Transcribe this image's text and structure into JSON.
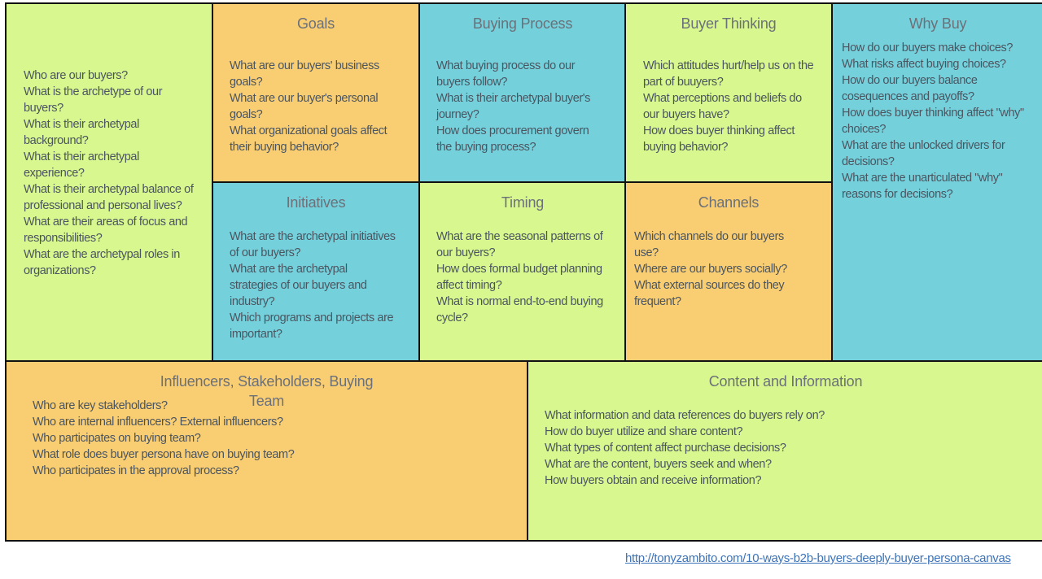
{
  "canvas": {
    "buyers": {
      "title": "",
      "items": [
        "Who are our buyers?",
        "What is the archetype of our buyers?",
        "What is their archetypal background?",
        "What is their archetypal experience?",
        "What is their archetypal balance of professional and personal lives?",
        "What are their areas of focus and responsibilities?",
        "What are the archetypal roles in organizations?"
      ]
    },
    "goals": {
      "title": "Goals",
      "items": [
        "What are our buyers' business goals?",
        "What are our buyer's personal goals?",
        "What organizational goals affect their buying behavior?"
      ]
    },
    "buying_process": {
      "title": "Buying Process",
      "items": [
        "What buying process do our buyers follow?",
        "What is their archetypal buyer's journey?",
        "How does procurement govern the buying process?"
      ]
    },
    "buyer_thinking": {
      "title": "Buyer Thinking",
      "items": [
        "Which attitudes hurt/help us on the part of buuyers?",
        "What perceptions and beliefs do our buyers have?",
        "How does buyer thinking affect buying behavior?"
      ]
    },
    "why_buy": {
      "title": "Why Buy",
      "items": [
        "How do our buyers make choices?",
        "What risks affect buying choices?",
        "How do our buyers balance cosequences and payoffs?",
        "How does buyer thinking affect \"why\" choices?",
        "What are the unlocked drivers for decisions?",
        "What are the unarticulated \"why\" reasons for decisions?"
      ]
    },
    "initiatives": {
      "title": "Initiatives",
      "items": [
        "What are the archetypal initiatives of our buyers?",
        "What are the archetypal strategies of our buyers and industry?",
        "Which programs and projects are important?"
      ]
    },
    "timing": {
      "title": "Timing",
      "items": [
        "What are the seasonal patterns of our buyers?",
        "How does formal budget planning affect timing?",
        "What is normal end-to-end buying cycle?"
      ]
    },
    "channels": {
      "title": "Channels",
      "items": [
        "Which channels do our buyers use?",
        "Where are our buyers socially?",
        "What external sources do they frequent?"
      ]
    },
    "influencers": {
      "title": "Influencers, Stakeholders, Buying Team",
      "items": [
        "Who are key stakeholders?",
        "Who are internal influencers? External influencers?",
        "Who participates on buying team?",
        "What role does buyer persona have on buying team?",
        "Who participates in the approval process?"
      ]
    },
    "content": {
      "title": "Content and Information",
      "items": [
        "What information and data references do buyers rely on?",
        "How do buyer utilize and share content?",
        "What types of content affect purchase decisions?",
        "What are the content, buyers seek and when?",
        "How buyers obtain and receive information?"
      ]
    }
  },
  "footer": {
    "link_text": "http://tonyzambito.com/10-ways-b2b-buyers-deeply-buyer-persona-canvas"
  },
  "colors": {
    "green": "#d8f78e",
    "orange": "#f9cd72",
    "blue": "#74d1dc",
    "border": "#111111"
  }
}
